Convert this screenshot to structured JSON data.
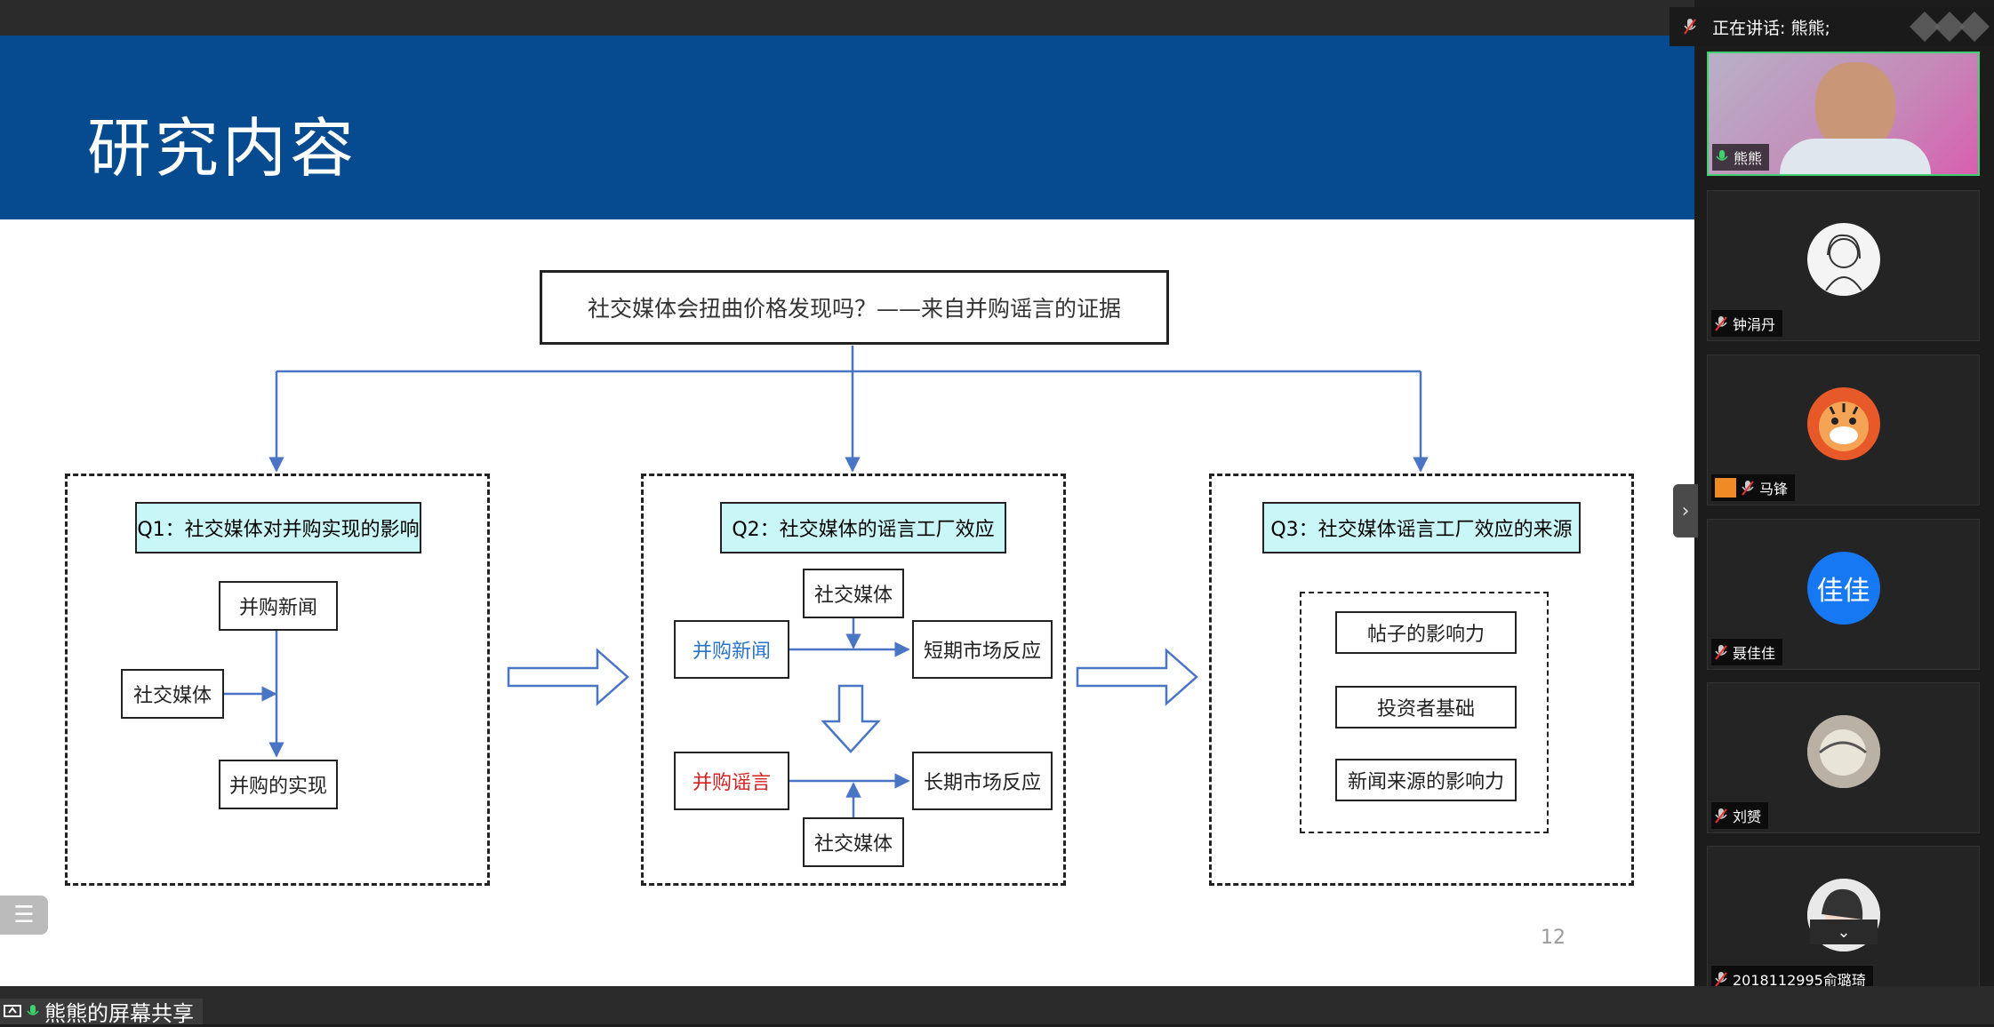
{
  "slide": {
    "title": "研究内容",
    "page_number": "12",
    "main_question": "社交媒体会扭曲价格发现吗？——来自并购谣言的证据",
    "q1": {
      "label": "Q1：社交媒体对并购实现的影响",
      "news": "并购新闻",
      "social": "社交媒体",
      "result": "并购的实现"
    },
    "q2": {
      "label": "Q2：社交媒体的谣言工厂效应",
      "social_top": "社交媒体",
      "news": "并购新闻",
      "short_reaction": "短期市场反应",
      "rumor": "并购谣言",
      "long_reaction": "长期市场反应",
      "social_bottom": "社交媒体"
    },
    "q3": {
      "label": "Q3：社交媒体谣言工厂效应的来源",
      "items": [
        "帖子的影响力",
        "投资者基础",
        "新闻来源的影响力"
      ]
    },
    "colors": {
      "header": "#064a8f",
      "qlabel_bg": "#c9f7f7",
      "arrow": "#4a74c4",
      "highlight_blue": "#2a74c9",
      "highlight_red": "#d42020"
    }
  },
  "meeting": {
    "speaking_text": "正在讲话: 熊熊;",
    "participants": [
      {
        "name": "熊熊",
        "active": true,
        "icon": "mic-on-icon"
      },
      {
        "name": "钟涓丹",
        "active": false,
        "icon": "mic-muted-icon"
      },
      {
        "name": "马锋",
        "active": false,
        "icon": "mic-muted-icon"
      },
      {
        "name": "聂佳佳",
        "active": false,
        "icon": "mic-muted-icon",
        "avatar_text": "佳佳"
      },
      {
        "name": "刘赟",
        "active": false,
        "icon": "mic-muted-icon"
      },
      {
        "name": "2018112995俞璐琦",
        "active": false,
        "icon": "mic-muted-icon"
      }
    ],
    "share_label": "熊熊的屏幕共享"
  }
}
